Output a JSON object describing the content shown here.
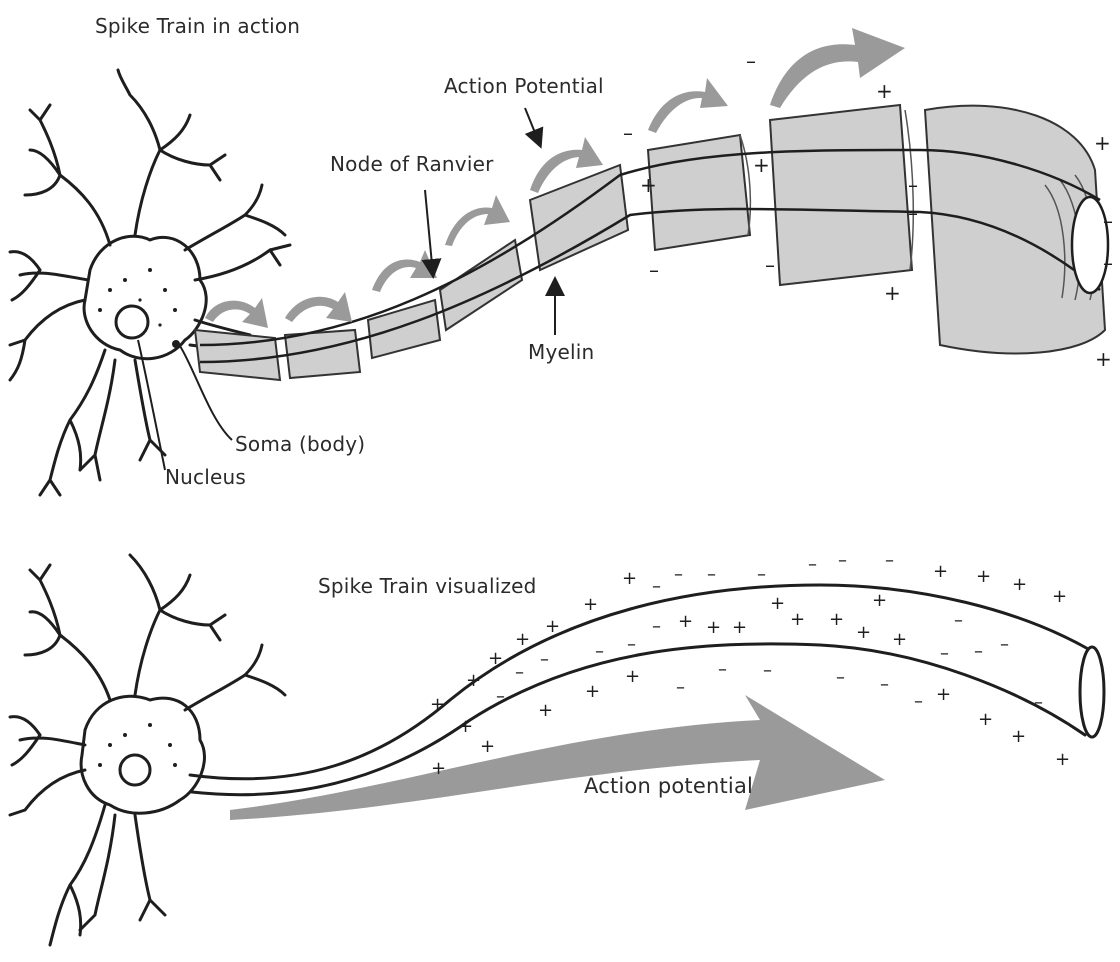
{
  "labels": {
    "top_title": "Spike Train in action",
    "action_potential": "Action Potential",
    "node_of_ranvier": "Node of Ranvier",
    "myelin": "Myelin",
    "soma": "Soma (body)",
    "nucleus": "Nucleus",
    "bottom_title": "Spike Train visualized",
    "action_potential_lower": "Action potential"
  },
  "symbols": {
    "plus": "+",
    "minus": "–"
  },
  "colors": {
    "ink": "#1e1e1e",
    "myelin_fill": "#cfcfcf",
    "arrow_fill": "#9a9a9a",
    "text": "#2b2b2b"
  }
}
